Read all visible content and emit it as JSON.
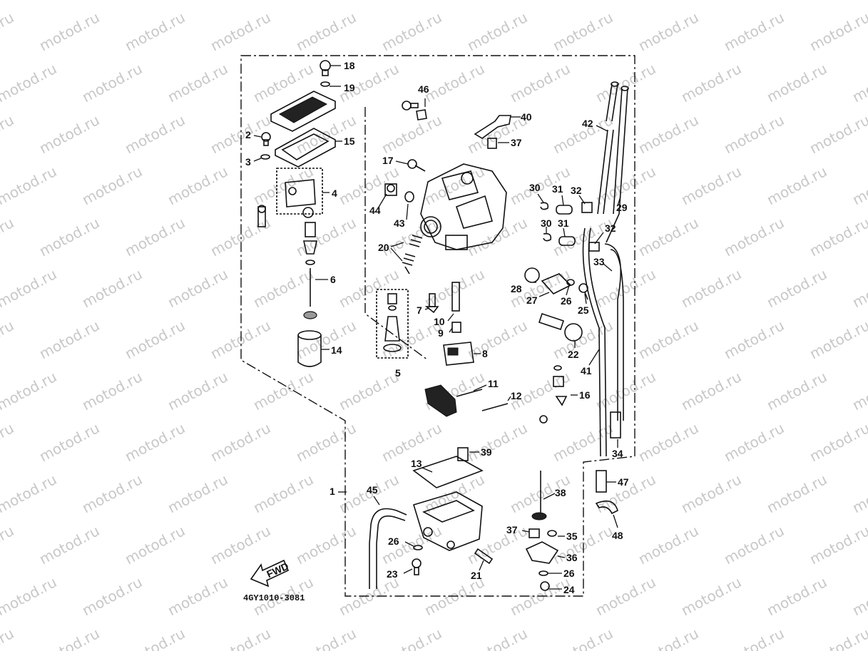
{
  "drawing_code": "4GY1010-3081",
  "fwd_label": "FWD",
  "watermark": "motod.ru",
  "labels": [
    {
      "id": "1",
      "text": "1"
    },
    {
      "id": "2",
      "text": "2"
    },
    {
      "id": "3",
      "text": "3"
    },
    {
      "id": "4",
      "text": "4"
    },
    {
      "id": "5",
      "text": "5"
    },
    {
      "id": "6",
      "text": "6"
    },
    {
      "id": "7",
      "text": "7"
    },
    {
      "id": "8",
      "text": "8"
    },
    {
      "id": "9",
      "text": "9"
    },
    {
      "id": "10",
      "text": "10"
    },
    {
      "id": "11",
      "text": "11"
    },
    {
      "id": "12",
      "text": "12"
    },
    {
      "id": "13",
      "text": "13"
    },
    {
      "id": "14",
      "text": "14"
    },
    {
      "id": "15",
      "text": "15"
    },
    {
      "id": "16",
      "text": "16"
    },
    {
      "id": "17",
      "text": "17"
    },
    {
      "id": "18",
      "text": "18"
    },
    {
      "id": "19",
      "text": "19"
    },
    {
      "id": "20",
      "text": "20"
    },
    {
      "id": "21",
      "text": "21"
    },
    {
      "id": "22",
      "text": "22"
    },
    {
      "id": "23",
      "text": "23"
    },
    {
      "id": "24",
      "text": "24"
    },
    {
      "id": "25",
      "text": "25"
    },
    {
      "id": "26a",
      "text": "26"
    },
    {
      "id": "26b",
      "text": "26"
    },
    {
      "id": "26c",
      "text": "26"
    },
    {
      "id": "27",
      "text": "27"
    },
    {
      "id": "28",
      "text": "28"
    },
    {
      "id": "29",
      "text": "29"
    },
    {
      "id": "30a",
      "text": "30"
    },
    {
      "id": "30b",
      "text": "30"
    },
    {
      "id": "31a",
      "text": "31"
    },
    {
      "id": "31b",
      "text": "31"
    },
    {
      "id": "32a",
      "text": "32"
    },
    {
      "id": "32b",
      "text": "32"
    },
    {
      "id": "33",
      "text": "33"
    },
    {
      "id": "34",
      "text": "34"
    },
    {
      "id": "35",
      "text": "35"
    },
    {
      "id": "36",
      "text": "36"
    },
    {
      "id": "37a",
      "text": "37"
    },
    {
      "id": "37b",
      "text": "37"
    },
    {
      "id": "38",
      "text": "38"
    },
    {
      "id": "39",
      "text": "39"
    },
    {
      "id": "40",
      "text": "40"
    },
    {
      "id": "41",
      "text": "41"
    },
    {
      "id": "42",
      "text": "42"
    },
    {
      "id": "43",
      "text": "43"
    },
    {
      "id": "44",
      "text": "44"
    },
    {
      "id": "45",
      "text": "45"
    },
    {
      "id": "46",
      "text": "46"
    },
    {
      "id": "47",
      "text": "47"
    },
    {
      "id": "48",
      "text": "48"
    }
  ]
}
